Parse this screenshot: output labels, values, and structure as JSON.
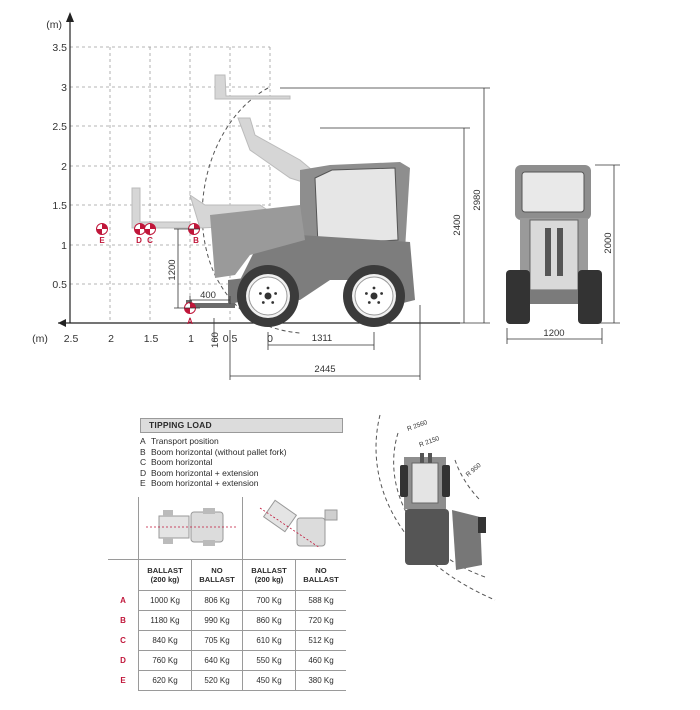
{
  "axes": {
    "unit_y": "(m)",
    "unit_x": "(m)",
    "y_ticks": [
      "3.5",
      "3",
      "2.5",
      "2",
      "1.5",
      "1",
      "0.5"
    ],
    "x_ticks": [
      "2.5",
      "2",
      "1.5",
      "1",
      "0.5",
      "0"
    ]
  },
  "side_dims": {
    "h_1200": "1200",
    "w_400": "400",
    "v_160": "160",
    "w_1311": "1311",
    "w_2445": "2445",
    "h_2400": "2400",
    "h_2980": "2980"
  },
  "front_dims": {
    "width": "1200",
    "height": "2000"
  },
  "turning": {
    "r1": "R 2560",
    "r2": "R 2150",
    "r3": "R 950"
  },
  "load_markers": [
    "E",
    "D",
    "C",
    "B",
    "A"
  ],
  "tipping": {
    "title": "TIPPING LOAD",
    "legend": [
      {
        "k": "A",
        "v": "Transport position"
      },
      {
        "k": "B",
        "v": "Boom horizontal (without pallet fork)"
      },
      {
        "k": "C",
        "v": "Boom horizontal"
      },
      {
        "k": "D",
        "v": "Boom horizontal + extension"
      },
      {
        "k": "E",
        "v": "Boom horizontal + extension"
      }
    ],
    "headers": [
      {
        "l1": "BALLAST",
        "l2": "(200 kg)"
      },
      {
        "l1": "NO",
        "l2": "BALLAST"
      },
      {
        "l1": "BALLAST",
        "l2": "(200 kg)"
      },
      {
        "l1": "NO",
        "l2": "BALLAST"
      }
    ],
    "rows": [
      {
        "k": "A",
        "c": [
          "1000 Kg",
          "806 Kg",
          "700 Kg",
          "588 Kg"
        ]
      },
      {
        "k": "B",
        "c": [
          "1180 Kg",
          "990 Kg",
          "860 Kg",
          "720 Kg"
        ]
      },
      {
        "k": "C",
        "c": [
          "840 Kg",
          "705 Kg",
          "610 Kg",
          "512 Kg"
        ]
      },
      {
        "k": "D",
        "c": [
          "760 Kg",
          "640 Kg",
          "550 Kg",
          "460 Kg"
        ]
      },
      {
        "k": "E",
        "c": [
          "620 Kg",
          "520 Kg",
          "450 Kg",
          "380 Kg"
        ]
      }
    ]
  }
}
